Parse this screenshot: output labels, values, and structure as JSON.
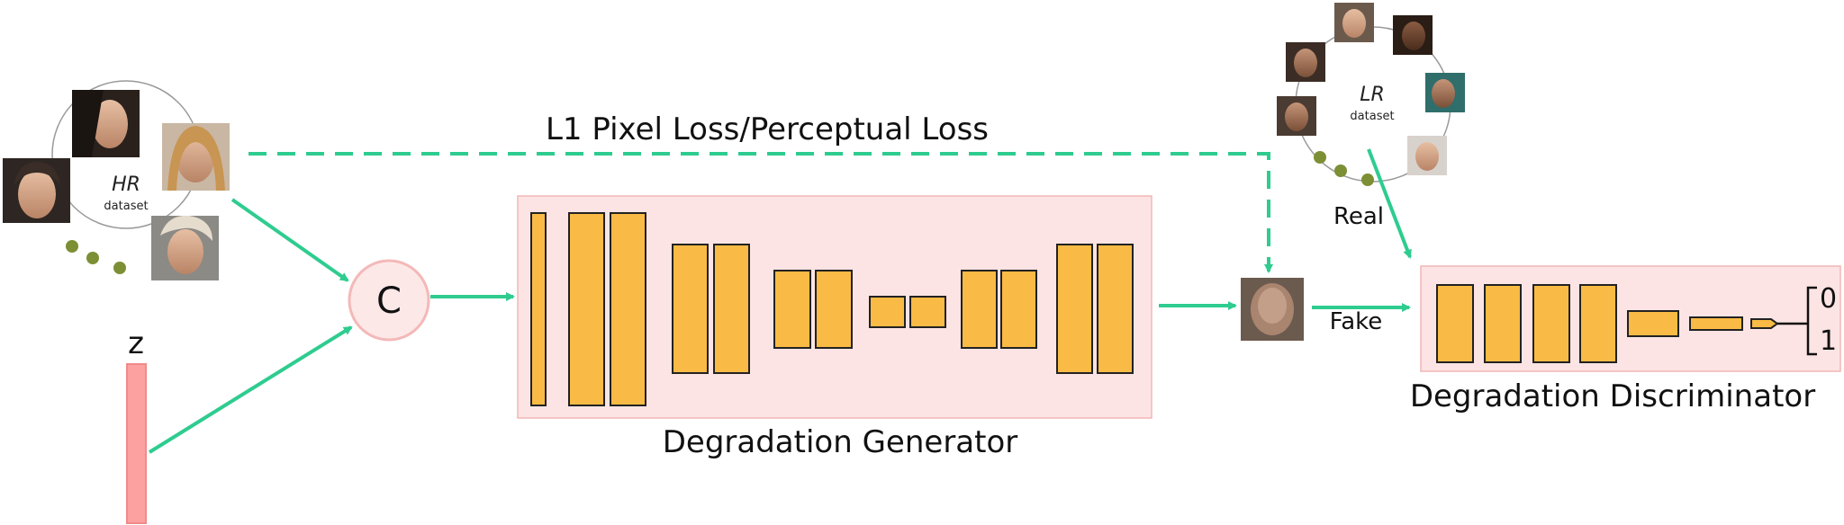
{
  "hr_dataset": {
    "title": "HR",
    "subtitle": "dataset"
  },
  "lr_dataset": {
    "title": "LR",
    "subtitle": "dataset"
  },
  "loss_label": "L1 Pixel Loss/Perceptual Loss",
  "concat_label": "C",
  "noise_label": "z",
  "generator_label": "Degradation Generator",
  "discriminator_label": "Degradation Discriminator",
  "real_label": "Real",
  "fake_label": "Fake",
  "output_labels": {
    "zero": "0",
    "one": "1"
  },
  "colors": {
    "arrow": "#2ecc8f",
    "block_fill": "#f9bb45",
    "panel_fill": "#fde4e4",
    "panel_stroke": "#f2b6b6",
    "noise_fill": "#fca0a0",
    "node_stroke": "#f4b8b8",
    "dataset_dot": "#7c8f35"
  }
}
